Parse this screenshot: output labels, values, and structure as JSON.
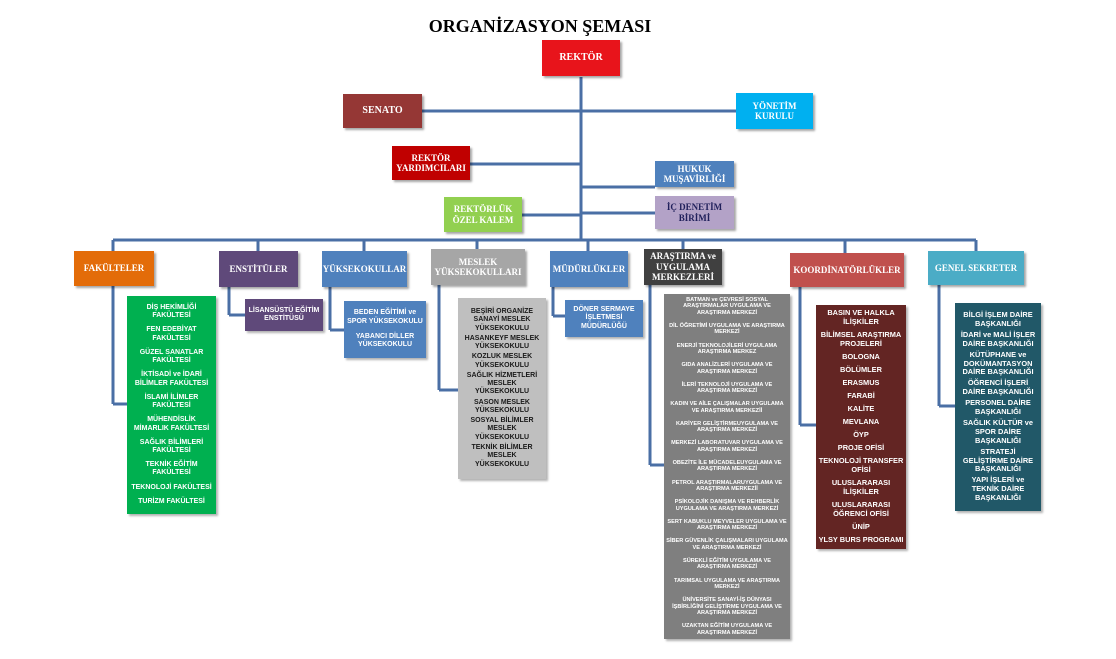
{
  "title": "ORGANİZASYON ŞEMASI",
  "top": {
    "rektor": "REKTÖR",
    "senato": "SENATO",
    "yonetim": "YÖNETİM KURULU",
    "yardimcilar": "REKTÖR YARDIMCILARI",
    "hukuk": "HUKUK MUŞAVİRLİĞİ",
    "ozel_kalem": "REKTÖRLÜK ÖZEL KALEM",
    "ic_denetim": "İÇ DENETİM BİRİMİ"
  },
  "units": {
    "fakulteler": "FAKÜLTELER",
    "enstituler": "ENSTİTÜLER",
    "yuksekokullar": "YÜKSEKOKULLAR",
    "meslek": "MESLEK YÜKSEKOKULLARI",
    "mudurlukler": "MÜDÜRLÜKLER",
    "arastirma": "ARAŞTIRMA ve UYGULAMA MERKEZLERİ",
    "koordinatorlukler": "KOORDİNATÖRLÜKLER",
    "genel_sekreter": "GENEL SEKRETER"
  },
  "fakulteler_list": [
    "DİŞ HEKİMLİĞİ FAKÜLTESİ",
    "FEN EDEBİYAT FAKÜLTESİ",
    "GÜZEL SANATLAR FAKÜLTESİ",
    "İKTİSADİ ve İDARİ BİLİMLER FAKÜLTESİ",
    "İSLAMİ İLİMLER FAKÜLTESİ",
    "MÜHENDİSLİK MİMARLIK FAKÜLTESİ",
    "SAĞLIK BİLİMLERİ FAKÜLTESİ",
    "TEKNİK EĞİTİM FAKÜLTESİ",
    "TEKNOLOJİ FAKÜLTESİ",
    "TURİZM FAKÜLTESİ"
  ],
  "enstituler_list": [
    "LİSANSÜSTÜ EĞİTİM ENSTİTÜSÜ"
  ],
  "yuksekokullar_list": [
    "BEDEN EĞİTİMİ ve SPOR YÜKSEKOKULU",
    "YABANCI DİLLER YÜKSEKOKULU"
  ],
  "meslek_list": [
    "BEŞİRİ ORGANİZE SANAYİ MESLEK YÜKSEKOKULU",
    "HASANKEYF MESLEK YÜKSEKOKULU",
    "KOZLUK MESLEK YÜKSEKOKULU",
    "SAĞLIK HİZMETLERİ MESLEK YÜKSEKOKULU",
    "SASON MESLEK YÜKSEKOKULU",
    "SOSYAL BİLİMLER MESLEK YÜKSEKOKULU",
    "TEKNİK BİLİMLER MESLEK YÜKSEKOKULU"
  ],
  "mudurlukler_list": [
    "DÖNER SERMAYE İŞLETMESİ MÜDÜRLÜĞÜ"
  ],
  "arastirma_list": [
    "BATMAN ve ÇEVRESİ SOSYAL ARAŞTIRMALAR UYGULAMA VE ARAŞTIRMA MERKEZİ",
    "DİL ÖĞRETİMİ UYGULAMA VE ARAŞTIRMA MERKEZİ",
    "ENERJİ TEKNOLOJİLERİ UYGULAMA ARAŞTIRMA MERKEZ",
    "GIDA ANALİZLERİ UYGULAMA VE ARAŞTIRMA MERKEZİ",
    "İLERİ TEKNOLOJİ UYGULAMA VE ARAŞTIRMA MERKEZİ",
    "KADIN VE AİLE ÇALIŞMALAR UYGULAMA VE ARAŞTIRMA MERKEZİİ",
    "KARİYER GELİŞTİRMEUYGULAMA VE ARAŞTIRMA MERKEZİ",
    "MERKEZİ LABORATUVAR UYGULAMA VE ARAŞTIRMA MERKEZİ",
    "OBEZİTE İLE MÜCADELEUYGULAMA VE ARAŞTIRMA MERKEZİ",
    "PETROL ARAŞTIRMALARUYGULAMA VE ARAŞTIRMA MERKEZİİ",
    "PSİKOLOJİK DANIŞMA VE REHBERLİK UYGULAMA VE ARAŞTIRMA MERKEZİ",
    "SERT KABUKLU MEYVELER UYGULAMA VE ARAŞTIRMA MERKEZİ",
    "SİBER GÜVENLİK ÇALIŞMALARI UYGULAMA VE ARAŞTIRMA MERKEZİ",
    "SÜREKLİ EĞİTİM UYGULAMA VE ARAŞTIRMA MERKEZİ",
    "TARIMSAL UYGULAMA VE ARAŞTIRMA MERKEZİ",
    "ÜNİVERSİTE SANAYİ-İŞ DÜNYASI İŞBİRLİĞİNİ GELİŞTİRME UYGULAMA VE ARAŞTIRMA MERKEZİ",
    "UZAKTAN EĞİTİM UYGULAMA VE ARAŞTIRMA MERKEZİ"
  ],
  "koordinatorlukler_list": [
    "BASIN VE HALKLA İLİŞKİLER",
    "BİLİMSEL ARAŞTIRMA PROJELERİ",
    "BOLOGNA",
    "BÖLÜMLER",
    "ERASMUS",
    "FARABİ",
    "KALİTE",
    "MEVLANA",
    "ÖYP",
    "PROJE OFİSİ",
    "TEKNOLOJİ TRANSFER OFİSİ",
    "ULUSLARARASI İLİŞKİLER",
    "ULUSLARARASI ÖĞRENCİ OFİSİ",
    "ÜNİP",
    "YLSY BURS PROGRAMI"
  ],
  "genel_sekreter_list": [
    "BİLGİ İŞLEM DAİRE BAŞKANLIĞI",
    "İDARİ ve MALİ İŞLER DAİRE BAŞKANLIĞI",
    "KÜTÜPHANE ve DOKÜMANTASYON DAİRE BAŞKANLIĞI",
    "ÖĞRENCİ İŞLERİ DAİRE BAŞKANLIĞI",
    "PERSONEL DAİRE BAŞKANLIĞI",
    "SAĞLIK KÜLTÜR ve SPOR DAİRE BAŞKANLIĞI",
    "STRATEJİ GELİŞTİRME DAİRE BAŞKANLIĞI",
    "YAPI İŞLERİ ve TEKNİK DAİRE BAŞKANLIĞI"
  ],
  "colors": {
    "line": "#4a6fa5",
    "rektor": "#e8141b",
    "senato": "#953735",
    "yonetim": "#00b0f0",
    "yardimcilar": "#c00000",
    "hukuk": "#4f81bd",
    "ozel_kalem": "#92d050",
    "ic_denetim": "#b3a2c7",
    "fakulteler": "#e36c09",
    "fak_list": "#00b050",
    "enstituler": "#5f497a",
    "yuksekokullar": "#4f81bd",
    "meslek": "#a6a6a6",
    "mudurlukler": "#4f81bd",
    "arastirma": "#404040",
    "ars_list": "#7f7f7f",
    "koordinator": "#c0504d",
    "koord_list": "#632523",
    "genel": "#4bacc6",
    "genel_list": "#215868"
  }
}
